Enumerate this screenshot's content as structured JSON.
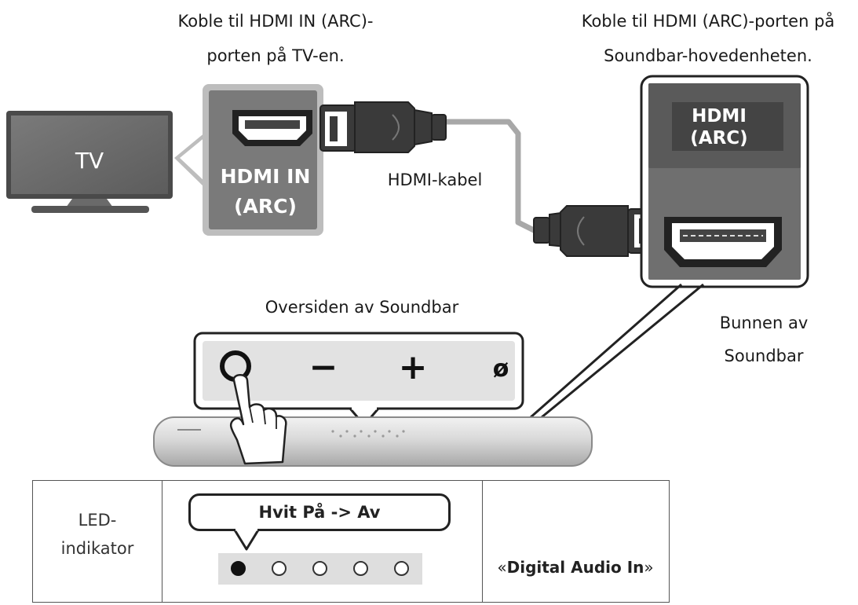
{
  "labels": {
    "tv_port_caption_line1": "Koble til HDMI IN (ARC)-",
    "tv_port_caption_line2": "porten på TV-en.",
    "soundbar_port_caption_line1": "Koble til HDMI (ARC)-porten på",
    "soundbar_port_caption_line2": "Soundbar-hovedenheten.",
    "tv": "TV",
    "tv_port_line1": "HDMI IN",
    "tv_port_line2": "(ARC)",
    "cable": "HDMI-kabel",
    "soundbar_port_line1": "HDMI",
    "soundbar_port_line2": "(ARC)",
    "top_view": "Oversiden av Soundbar",
    "bottom_view_line1": "Bunnen av",
    "bottom_view_line2": "Soundbar"
  },
  "buttons": {
    "power": "O",
    "minus": "−",
    "plus": "+",
    "mute": "ø"
  },
  "led_table": {
    "label_line1": "LED-",
    "label_line2": "indikator",
    "status": "Hvit På -> Av",
    "led_count": 5,
    "led_lit_index": 0,
    "mode_open": "«",
    "mode_name": "Digital Audio In",
    "mode_close": "»",
    "speaker_icon": "speaker-icon"
  },
  "colors": {
    "port_panel": "#7a7a7a",
    "port_panel_border": "#bdbdbd",
    "tv_screen": "#6d6d6d",
    "cable_plug": "#3a3a3a",
    "cable_wire": "#a8a8a8",
    "led_strip": "#dedede"
  }
}
